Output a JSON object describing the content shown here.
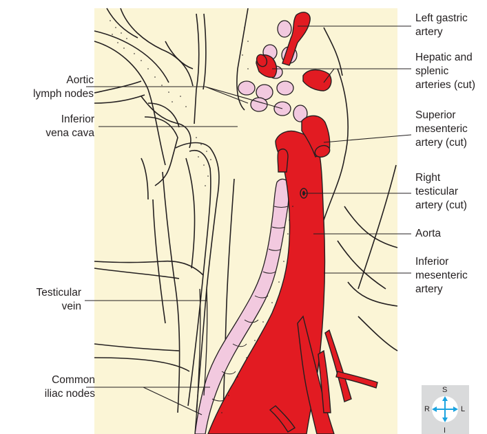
{
  "labels": {
    "aortic_lymph_nodes": [
      "Aortic",
      "lymph nodes"
    ],
    "inferior_vena_cava": [
      "Inferior",
      "vena cava"
    ],
    "testicular_vein": [
      "Testicular",
      "vein"
    ],
    "common_iliac_nodes": [
      "Common",
      "iliac nodes"
    ],
    "left_gastric_artery": [
      "Left gastric",
      "artery"
    ],
    "hepatic_splenic_arteries": [
      "Hepatic and",
      "splenic",
      "arteries (cut)"
    ],
    "superior_mesenteric_artery": [
      "Superior",
      "mesenteric",
      "artery (cut)"
    ],
    "right_testicular_artery": [
      "Right",
      "testicular",
      "artery (cut)"
    ],
    "aorta": [
      "Aorta"
    ],
    "inferior_mesenteric_artery": [
      "Inferior",
      "mesenteric",
      "artery"
    ]
  },
  "compass": {
    "superior": "S",
    "inferior": "I",
    "right": "R",
    "left": "L"
  },
  "colors": {
    "background_panel": "#fbf5d6",
    "artery_red": "#e21b22",
    "lymph_pink": "#f2c9df",
    "outline": "#231f20",
    "compass_arrow": "#1aa3e0"
  }
}
